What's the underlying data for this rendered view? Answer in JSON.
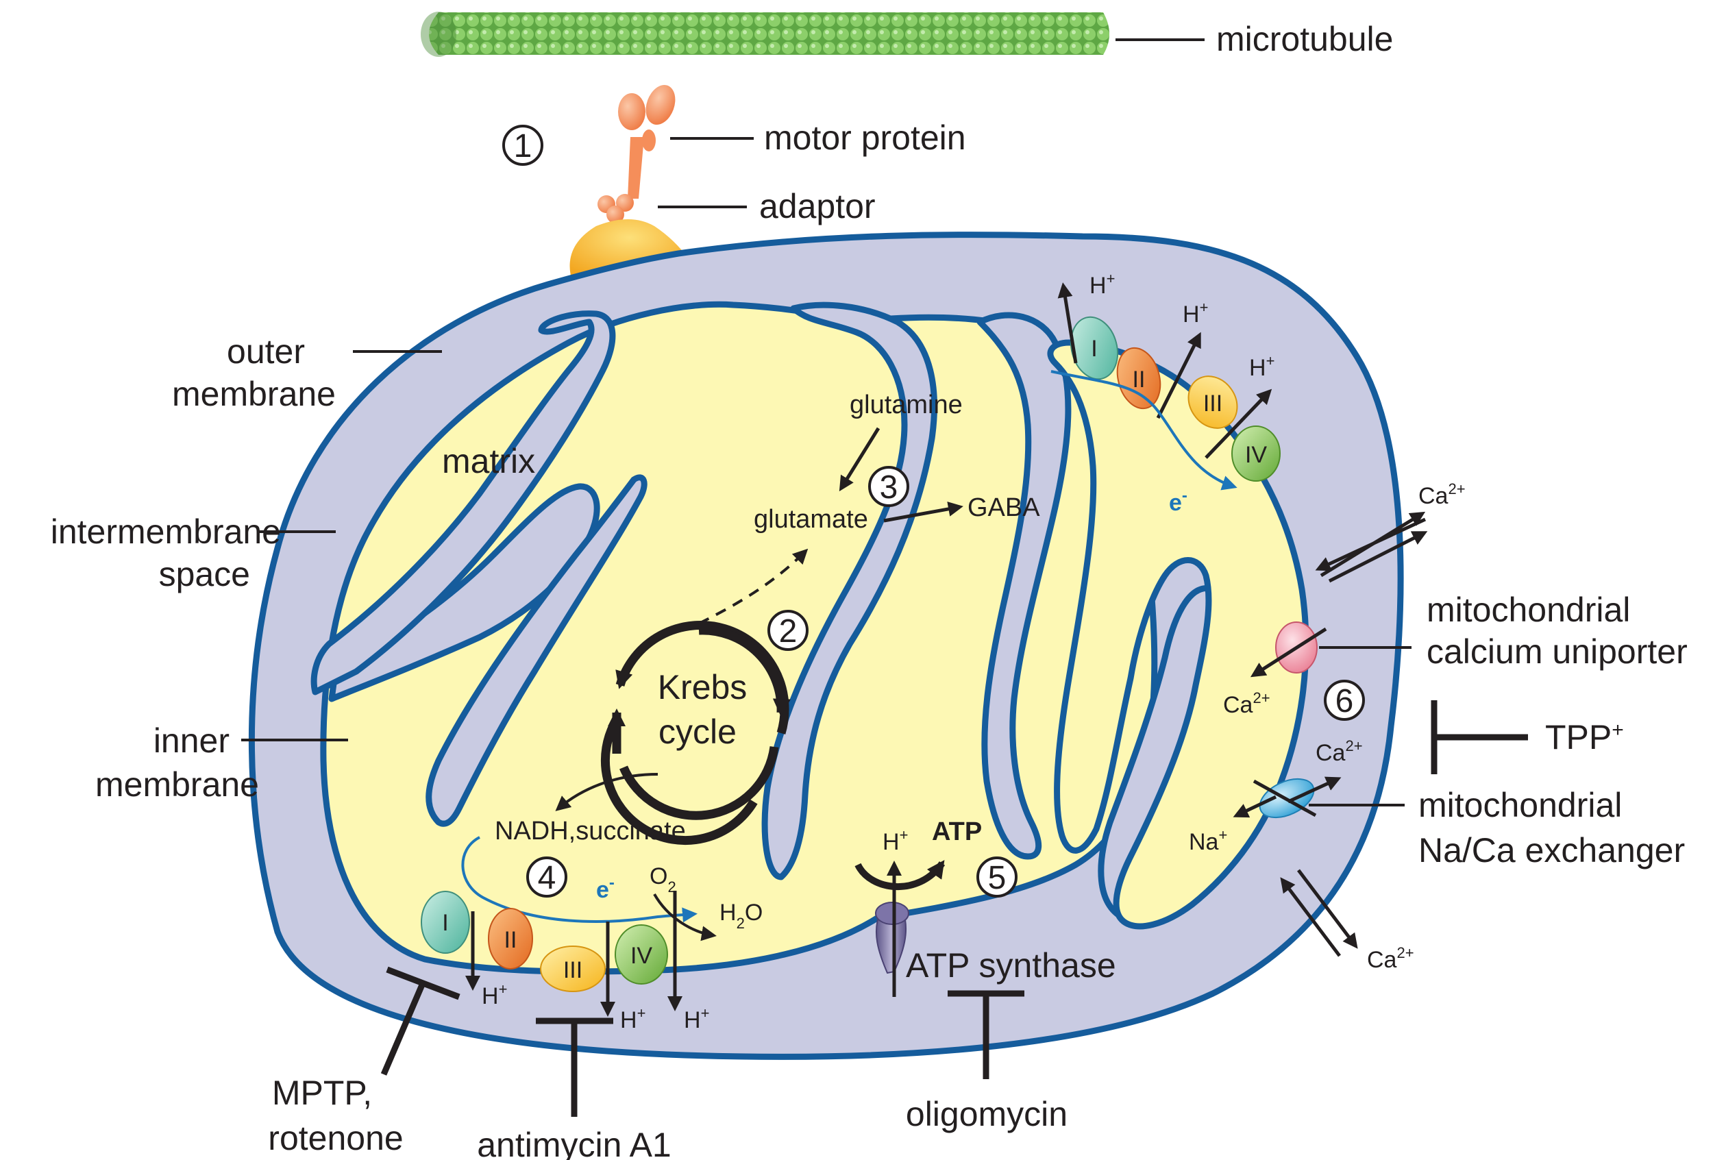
{
  "colors": {
    "membrane_stroke": "#155c9c",
    "intermembrane_fill": "#c9cbe2",
    "matrix_fill": "#fdf8b4",
    "microtubule": "#78c35a",
    "motor_protein": "#f58e5a",
    "adaptor": "#f6b433",
    "complex_I": "#7cc9b6",
    "complex_II": "#f08a3c",
    "complex_III": "#fcca3f",
    "complex_IV": "#86c155",
    "electron_arrow": "#1d76ba",
    "uniporter": "#f3a2b2",
    "exchanger": "#58b6e3",
    "atp_synthase": "#8b83b0"
  },
  "labels": {
    "microtubule": "microtubule",
    "motor_protein": "motor protein",
    "adaptor": "adaptor",
    "outer_membrane_1": "outer",
    "outer_membrane_2": "membrane",
    "intermembrane_1": "intermembrane",
    "intermembrane_2": "space",
    "inner_membrane_1": "inner",
    "inner_membrane_2": "membrane",
    "matrix": "matrix",
    "glutamine": "glutamine",
    "glutamate": "glutamate",
    "gaba": "GABA",
    "krebs_1": "Krebs",
    "krebs_2": "cycle",
    "nadh": "NADH,succinate",
    "uniporter_1": "mitochondrial",
    "uniporter_2": "calcium uniporter",
    "tpp": "TPP",
    "tpp_sup": "+",
    "exchanger_1": "mitochondrial",
    "exchanger_2": "Na/Ca exchanger",
    "atp_synthase": "ATP synthase",
    "atp": "ATP",
    "mptp_1": "MPTP,",
    "mptp_2": "rotenone",
    "antimycin": "antimycin A1",
    "oligomycin": "oligomycin"
  },
  "chem": {
    "h": "H",
    "plus": "+",
    "e": "e",
    "minus": "-",
    "o": "O",
    "two": "2",
    "h2o_h": "H",
    "h2o_o": "O",
    "ca": "Ca",
    "ca_sup": "2+",
    "na": "Na",
    "na_sup": "+"
  },
  "complexes": [
    "I",
    "II",
    "III",
    "IV"
  ],
  "steps": [
    "1",
    "2",
    "3",
    "4",
    "5",
    "6"
  ]
}
